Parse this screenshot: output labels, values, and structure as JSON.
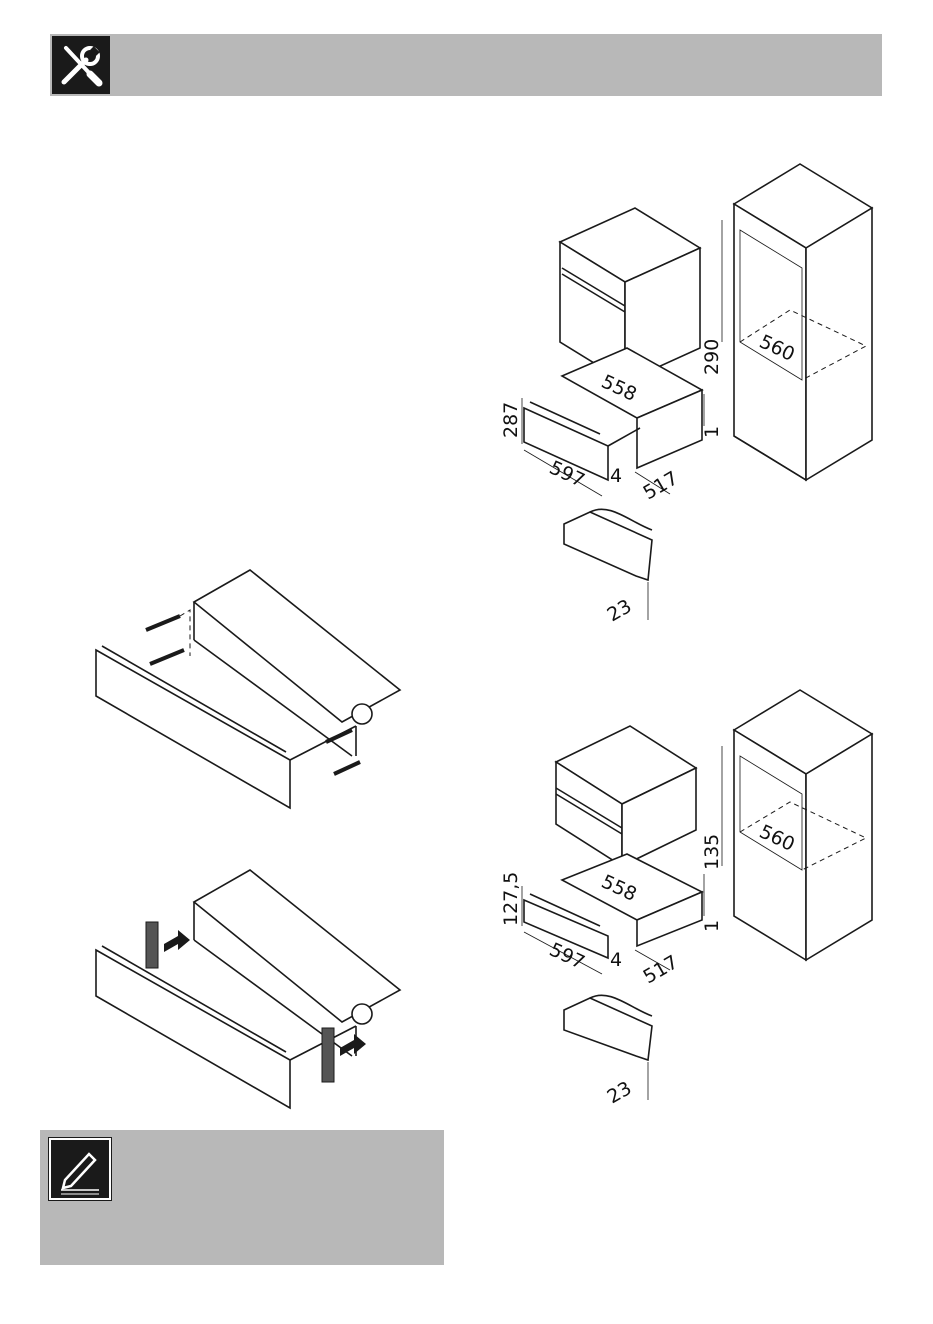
{
  "header": {
    "icon": "tools-icon",
    "bar_color": "#b8b8b8"
  },
  "note": {
    "icon": "pencil-note-icon",
    "box_color": "#b8b8b8"
  },
  "diagram_top": {
    "dims": {
      "height_front": "287",
      "width_top": "558",
      "width_front": "597",
      "gap": "4",
      "depth": "517",
      "niche_height": "290",
      "spacing": "1",
      "niche_width": "560",
      "panel_thickness": "23"
    }
  },
  "diagram_bottom": {
    "dims": {
      "height_front": "127,5",
      "width_top": "558",
      "width_front": "597",
      "gap": "4",
      "depth": "517",
      "niche_height": "135",
      "spacing": "1",
      "niche_width": "560",
      "panel_thickness": "23"
    }
  }
}
